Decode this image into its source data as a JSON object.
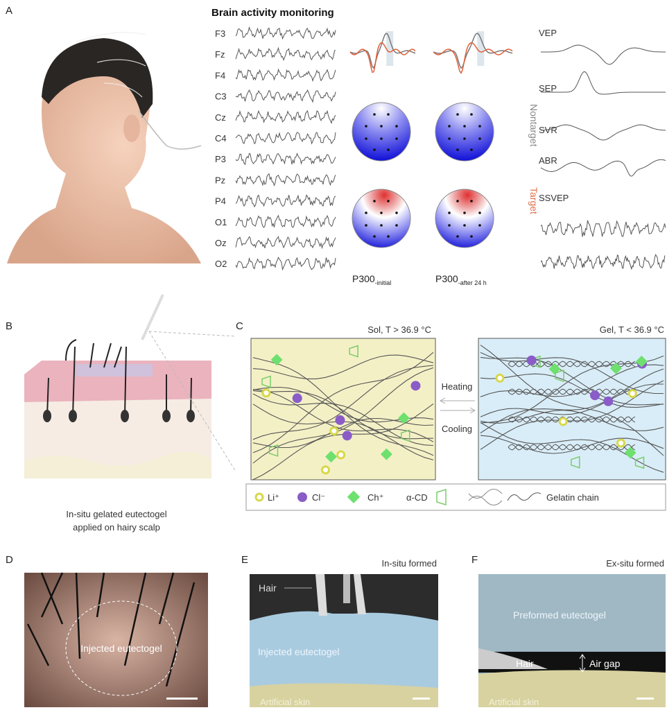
{
  "panels": {
    "a": "A",
    "b": "B",
    "c": "C",
    "d": "D",
    "e": "E",
    "f": "F"
  },
  "panel_a": {
    "title": "Brain activity monitoring",
    "channels": [
      "F3",
      "Fz",
      "F4",
      "C3",
      "Cz",
      "C4",
      "P3",
      "Pz",
      "P4",
      "O1",
      "Oz",
      "O2"
    ],
    "nontarget": "Nontarget",
    "target": "Target",
    "p300_initial": "P300",
    "p300_initial_sub": "-initial",
    "p300_after": "P300",
    "p300_after_sub": "-after 24 h",
    "evoked": [
      "VEP",
      "SEP",
      "SVR",
      "ABR",
      "SSVEP"
    ],
    "colors": {
      "nontarget": "#888888",
      "target": "#e0704a",
      "erp_gray": "#777777",
      "erp_red": "#e0603a"
    }
  },
  "panel_b": {
    "caption_line1": "In-situ gelated eutectogel",
    "caption_line2": "applied on hairy scalp"
  },
  "panel_c": {
    "sol_title": "Sol, T > 36.9 °C",
    "gel_title": "Gel, T < 36.9 °C",
    "heating": "Heating",
    "cooling": "Cooling",
    "legend": {
      "li": "Li⁺",
      "cl": "Cl⁻",
      "ch": "Ch⁺",
      "cd": "α-CD",
      "gelatin": "Gelatin chain"
    },
    "colors": {
      "sol_bg": "#f4f0c6",
      "gel_bg": "#d9edf8",
      "li": "#d8d84a",
      "cl": "#8a5cc8",
      "ch": "#6ee06e",
      "cd": "#7acc6a"
    }
  },
  "panel_d": {
    "label": "Injected eutectogel"
  },
  "panel_e": {
    "title": "In-situ formed",
    "hair": "Hair",
    "gel": "Injected eutectogel",
    "skin": "Artificial skin"
  },
  "panel_f": {
    "title": "Ex-situ formed",
    "gel": "Preformed eutectogel",
    "hair": "Hair",
    "gap": "Air gap",
    "skin": "Artificial skin"
  }
}
